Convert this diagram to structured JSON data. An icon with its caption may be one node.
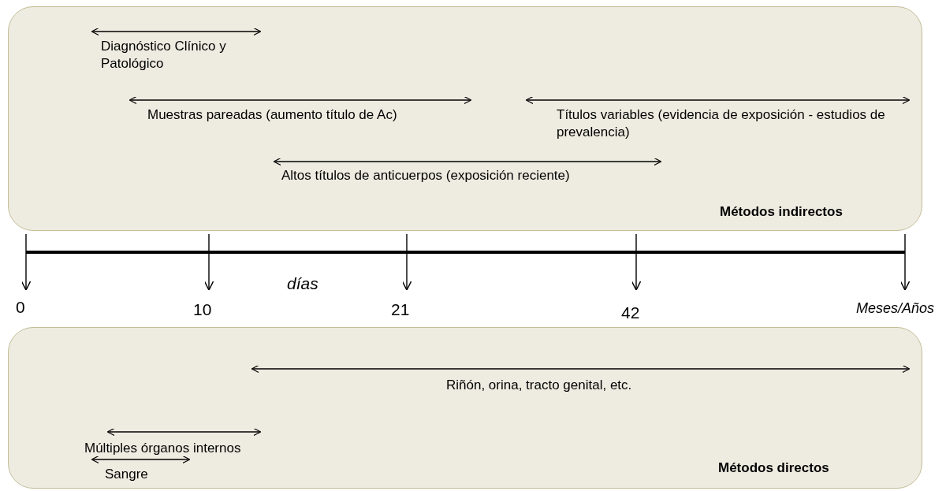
{
  "diagram": {
    "nodes": [
      {
        "text": [
          "Métodos indirectos"
        ]
      },
      {
        "text": [
          "Métodos directos"
        ]
      }
    ],
    "labels": [
      "Diagnóstico Clínico y Patológico",
      "Muestras pareadas (aumento título de Ac)",
      "Títulos variables (evidencia de exposición - estudios de prevalencia)",
      "Altos títulos de anticuerpos (exposición reciente)",
      "días",
      "0",
      "10",
      "21",
      "42",
      "Meses/Años",
      "Riñón, orina, tracto genital, etc.",
      "Múltiples órganos internos",
      "Sangre"
    ]
  }
}
